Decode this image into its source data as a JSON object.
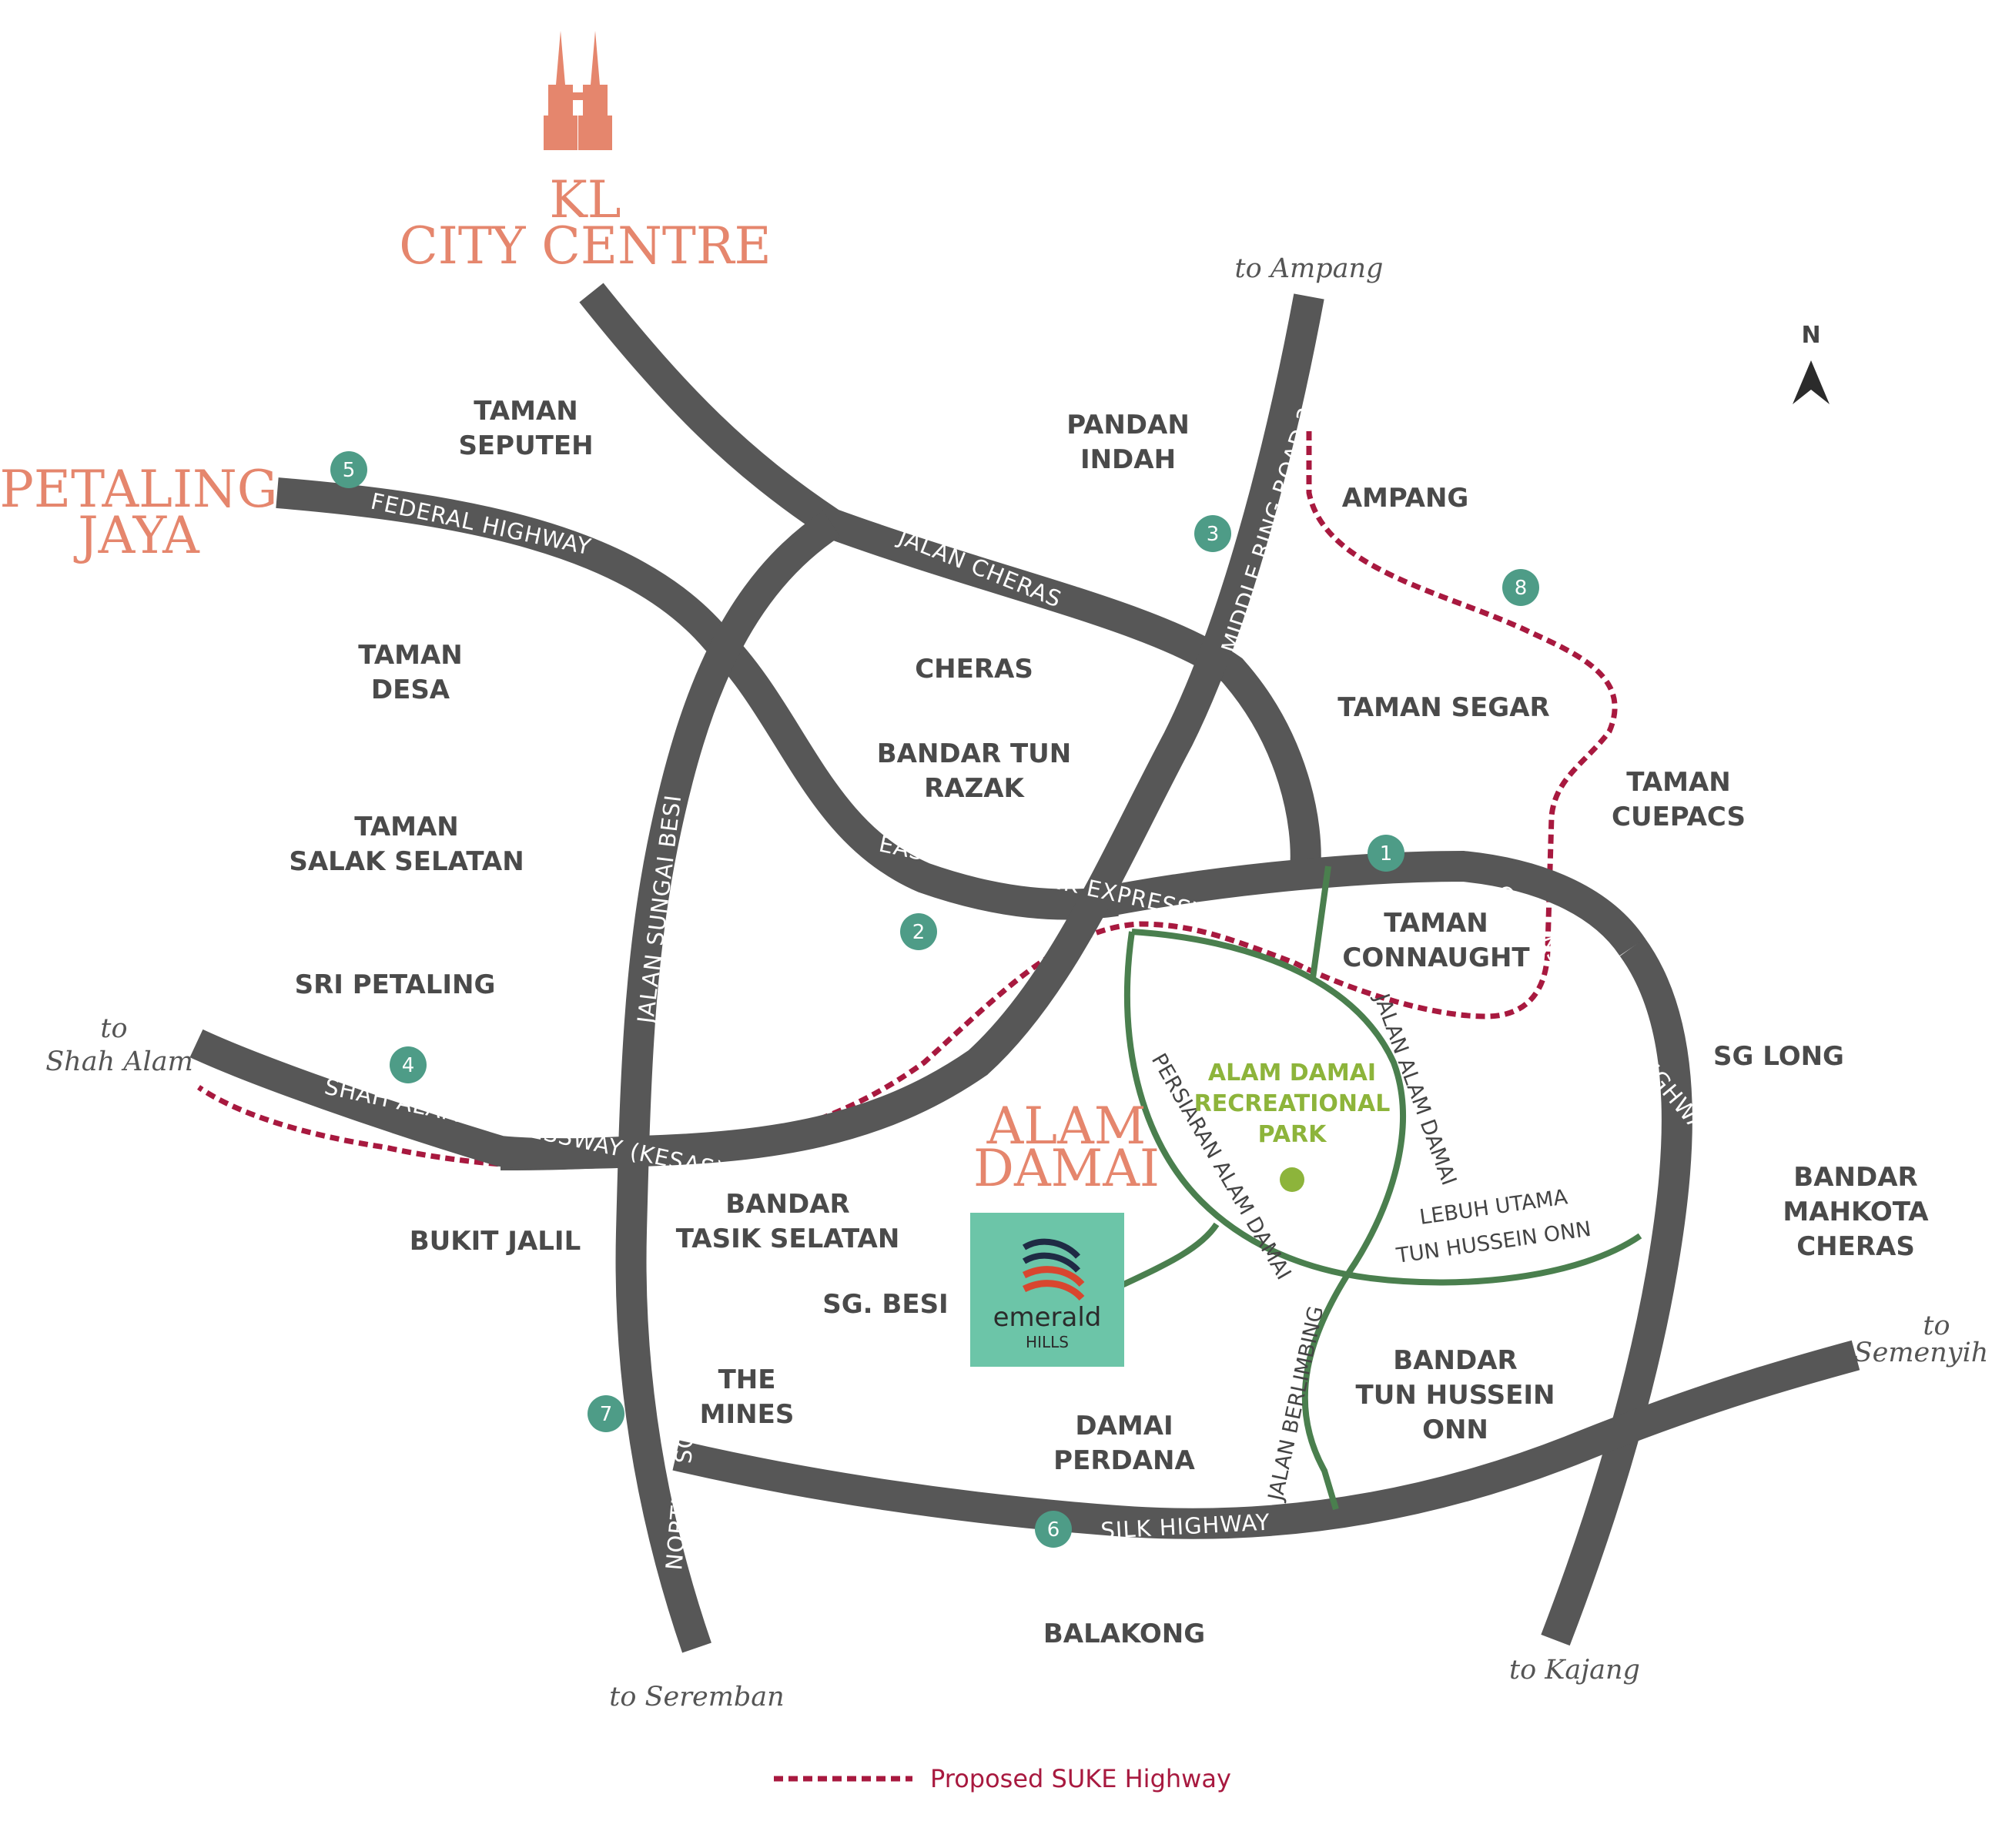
{
  "title": {
    "line1": "KL",
    "line2": "CITY CENTRE"
  },
  "places": {
    "petaling_jaya": {
      "line1": "PETALING",
      "line2": "JAYA"
    },
    "alam_damai": {
      "line1": "ALAM",
      "line2": "DAMAI"
    }
  },
  "compass": {
    "label": "N"
  },
  "destinations": {
    "ampang": "to Ampang",
    "shah_alam": {
      "line1": "to",
      "line2": "Shah Alam"
    },
    "seremban": "to Seremban",
    "kajang": "to Kajang",
    "semenyih": {
      "line1": "to",
      "line2": "Semenyih"
    }
  },
  "areas": {
    "taman_seputeh": {
      "line1": "TAMAN",
      "line2": "SEPUTEH"
    },
    "pandan_indah": {
      "line1": "PANDAN",
      "line2": "INDAH"
    },
    "ampang": "AMPANG",
    "taman_desa": {
      "line1": "TAMAN",
      "line2": "DESA"
    },
    "cheras": "CHERAS",
    "bandar_tun_razak": {
      "line1": "BANDAR TUN",
      "line2": "RAZAK"
    },
    "taman_segar": "TAMAN SEGAR",
    "taman_cuepacs": {
      "line1": "TAMAN",
      "line2": "CUEPACS"
    },
    "taman_salak_selatan": {
      "line1": "TAMAN",
      "line2": "SALAK SELATAN"
    },
    "taman_connaught": {
      "line1": "TAMAN",
      "line2": "CONNAUGHT"
    },
    "sri_petaling": "SRI PETALING",
    "sg_long": "SG  LONG",
    "bandar_mahkota_cheras": {
      "line1": "BANDAR",
      "line2": "MAHKOTA",
      "line3": "CHERAS"
    },
    "bukit_jalil": "BUKIT JALIL",
    "bandar_tasik_selatan": {
      "line1": "BANDAR",
      "line2": "TASIK SELATAN"
    },
    "sg_besi": "SG. BESI",
    "the_mines": {
      "line1": "THE",
      "line2": "MINES"
    },
    "damai_perdana": {
      "line1": "DAMAI",
      "line2": "PERDANA"
    },
    "bandar_tun_hussein_onn": {
      "line1": "BANDAR",
      "line2": "TUN HUSSEIN",
      "line3": "ONN"
    },
    "balakong": "BALAKONG"
  },
  "highways": {
    "federal": "FEDERAL HIGHWAY",
    "jalan_cheras": "JALAN CHERAS",
    "mrr2": "MIDDLE RING ROAD 2",
    "ewle": "EAST -WEST LINK EXPRESSWAY",
    "jalan_sungai_besi": "JALAN SUNGAI BESI",
    "kesas": "SHAH ALAM EXPRESSWAY (KESAS)",
    "cheras_kajang": "CHERAS - KAJANG HIGHWAY",
    "nsh": "NORTH - SOUTH HIGHWAY",
    "silk": "SILK HIGHWAY"
  },
  "local_roads": {
    "persiaran_alam_damai": "PERSIARAN ALAM DAMAI",
    "jalan_alam_damai": "JALAN ALAM DAMAI",
    "lebuh_utama": {
      "line1": "LEBUH UTAMA",
      "line2": "TUN HUSSEIN ONN"
    },
    "jalan_berlimbing": "JALAN BERLIMBING"
  },
  "park": {
    "line1": "ALAM DAMAI",
    "line2": "RECREATIONAL",
    "line3": "PARK"
  },
  "development": {
    "name": "emerald",
    "sub": "HILLS"
  },
  "markers": [
    "1",
    "2",
    "3",
    "4",
    "5",
    "6",
    "7",
    "8"
  ],
  "legend": {
    "label": "Proposed SUKE Highway"
  },
  "colors": {
    "highway": "#575757",
    "local_road": "#4a7f4e",
    "suke": "#a8193f",
    "accent": "#e5866d",
    "marker": "#4e9c87",
    "park": "#8db43b",
    "logo_bg": "#6cc5a8"
  }
}
